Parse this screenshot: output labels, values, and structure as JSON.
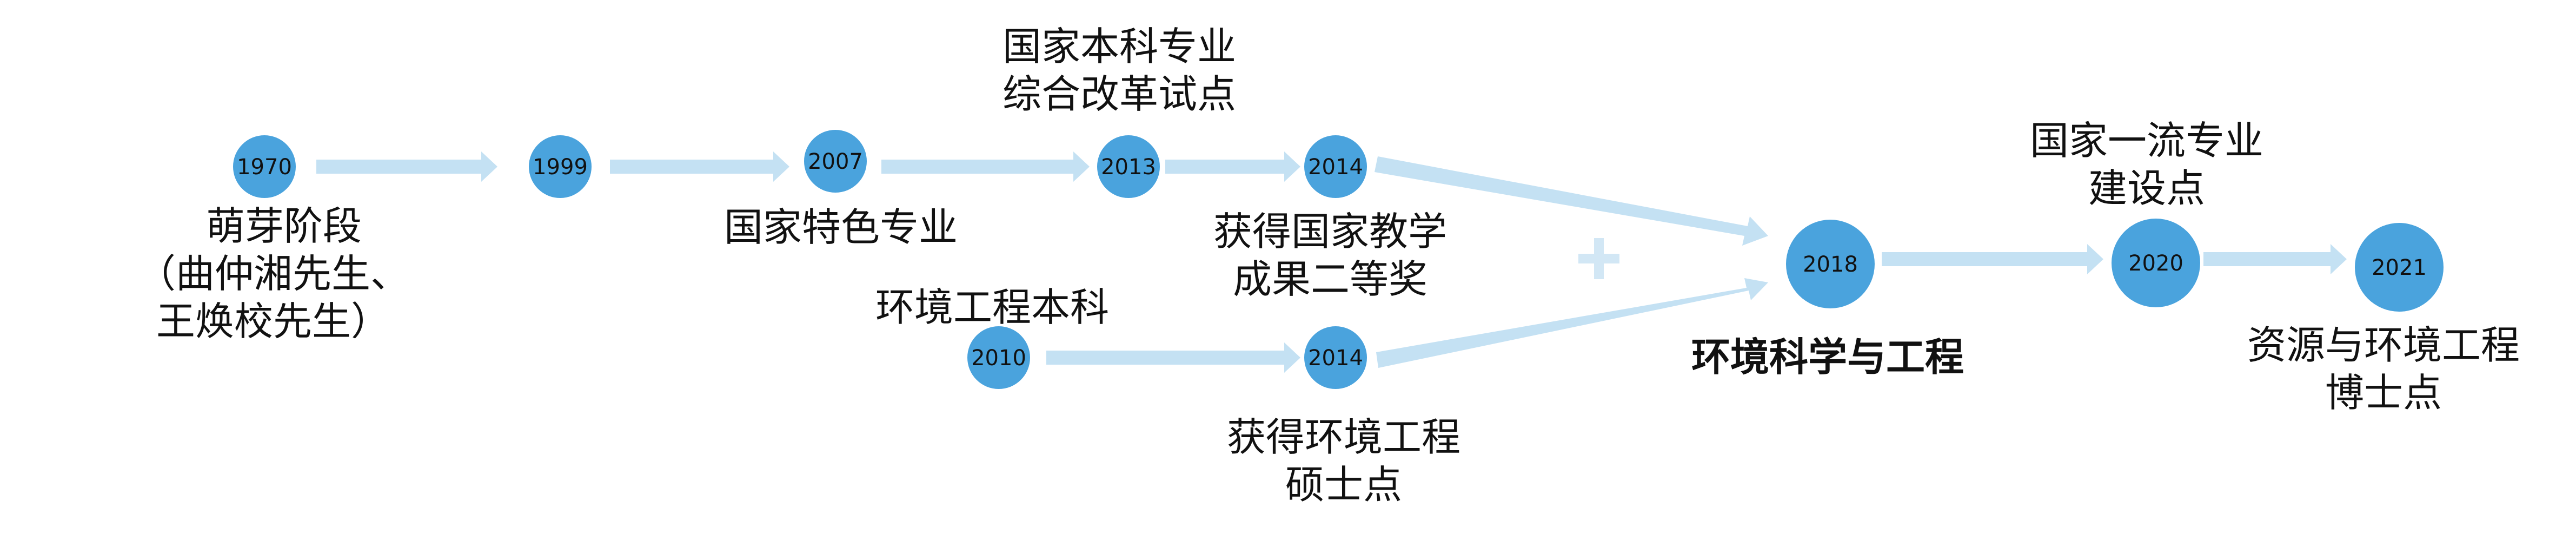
{
  "colors": {
    "node": "#4aa3dd",
    "arrow": "#c4e1f3",
    "plus": "#d2e7f5",
    "text": "#111111"
  },
  "nodes": {
    "n1970": "1970",
    "n1999": "1999",
    "n2007": "2007",
    "n2013": "2013",
    "n2014a": "2014",
    "n2010": "2010",
    "n2014b": "2014",
    "n2018": "2018",
    "n2020": "2020",
    "n2021": "2021"
  },
  "labels": {
    "sprout_1": "萌芽阶段",
    "sprout_2": "（曲仲湘先生、",
    "sprout_3": "王焕校先生）",
    "special_major": "国家特色专业",
    "reform_1": "国家本科专业",
    "reform_2": "综合改革试点",
    "award_1": "获得国家教学",
    "award_2": "成果二等奖",
    "env_bachelor": "环境工程本科",
    "master_1": "获得环境工程",
    "master_2": "硕士点",
    "env_sci": "环境科学与工程",
    "first_class_1": "国家一流专业",
    "first_class_2": "建设点",
    "phd_1": "资源与环境工程",
    "phd_2": "博士点"
  }
}
